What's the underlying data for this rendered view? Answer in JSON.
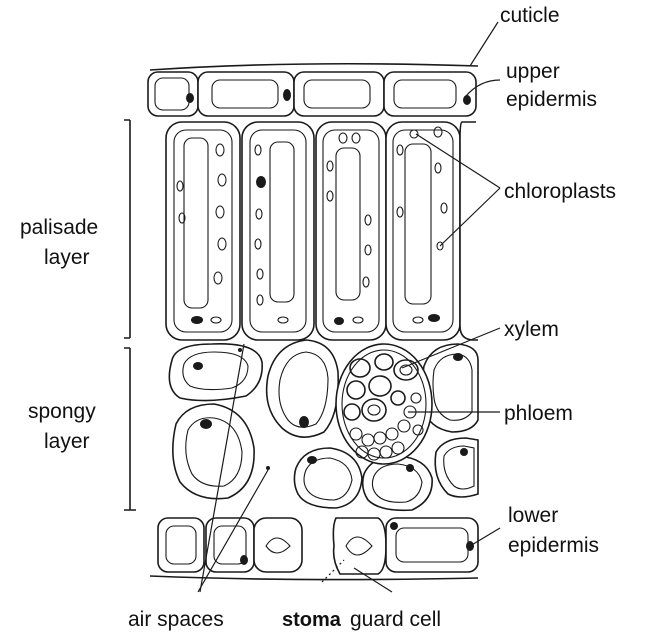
{
  "labels": {
    "cuticle": "cuticle",
    "upper_epidermis_1": "upper",
    "upper_epidermis_2": "epidermis",
    "chloroplasts": "chloroplasts",
    "palisade_1": "palisade",
    "palisade_2": "layer",
    "xylem": "xylem",
    "phloem": "phloem",
    "spongy_1": "spongy",
    "spongy_2": "layer",
    "lower_epidermis_1": "lower",
    "lower_epidermis_2": "epidermis",
    "air_spaces": "air spaces",
    "stoma": "stoma",
    "guard_cell": "guard cell"
  },
  "colors": {
    "ink": "#1a1a1a",
    "background": "#ffffff"
  }
}
